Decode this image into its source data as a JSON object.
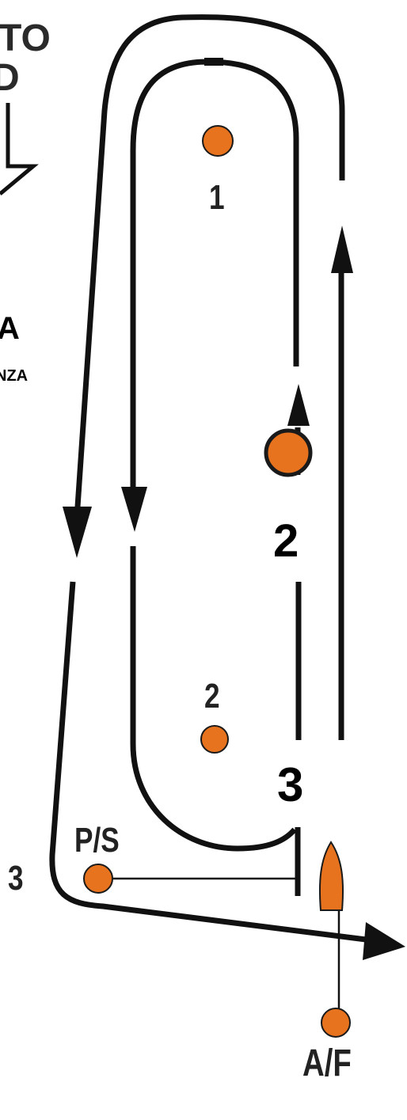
{
  "colors": {
    "mark": "#E8731E",
    "mark_stroke": "#1A1A1A",
    "line": "#111111",
    "background": "#FFFFFF"
  },
  "left_edge_text": {
    "line1": "TO",
    "line2": "D",
    "line3": "A",
    "line4": "NZA"
  },
  "marks": [
    {
      "id": "mark-1",
      "label": "1"
    },
    {
      "id": "mark-2",
      "label": "2"
    },
    {
      "id": "mark-2-highlight",
      "label": "2"
    },
    {
      "id": "mark-3",
      "label": "3"
    },
    {
      "id": "mark-ps",
      "label": "P/S"
    },
    {
      "id": "mark-af",
      "label": "A/F"
    }
  ],
  "overlay_labels": {
    "second_mark": "2",
    "third_mark": "3"
  },
  "icons": [
    "wind-arrow-icon",
    "committee-boat-icon",
    "course-arrow-icon"
  ]
}
